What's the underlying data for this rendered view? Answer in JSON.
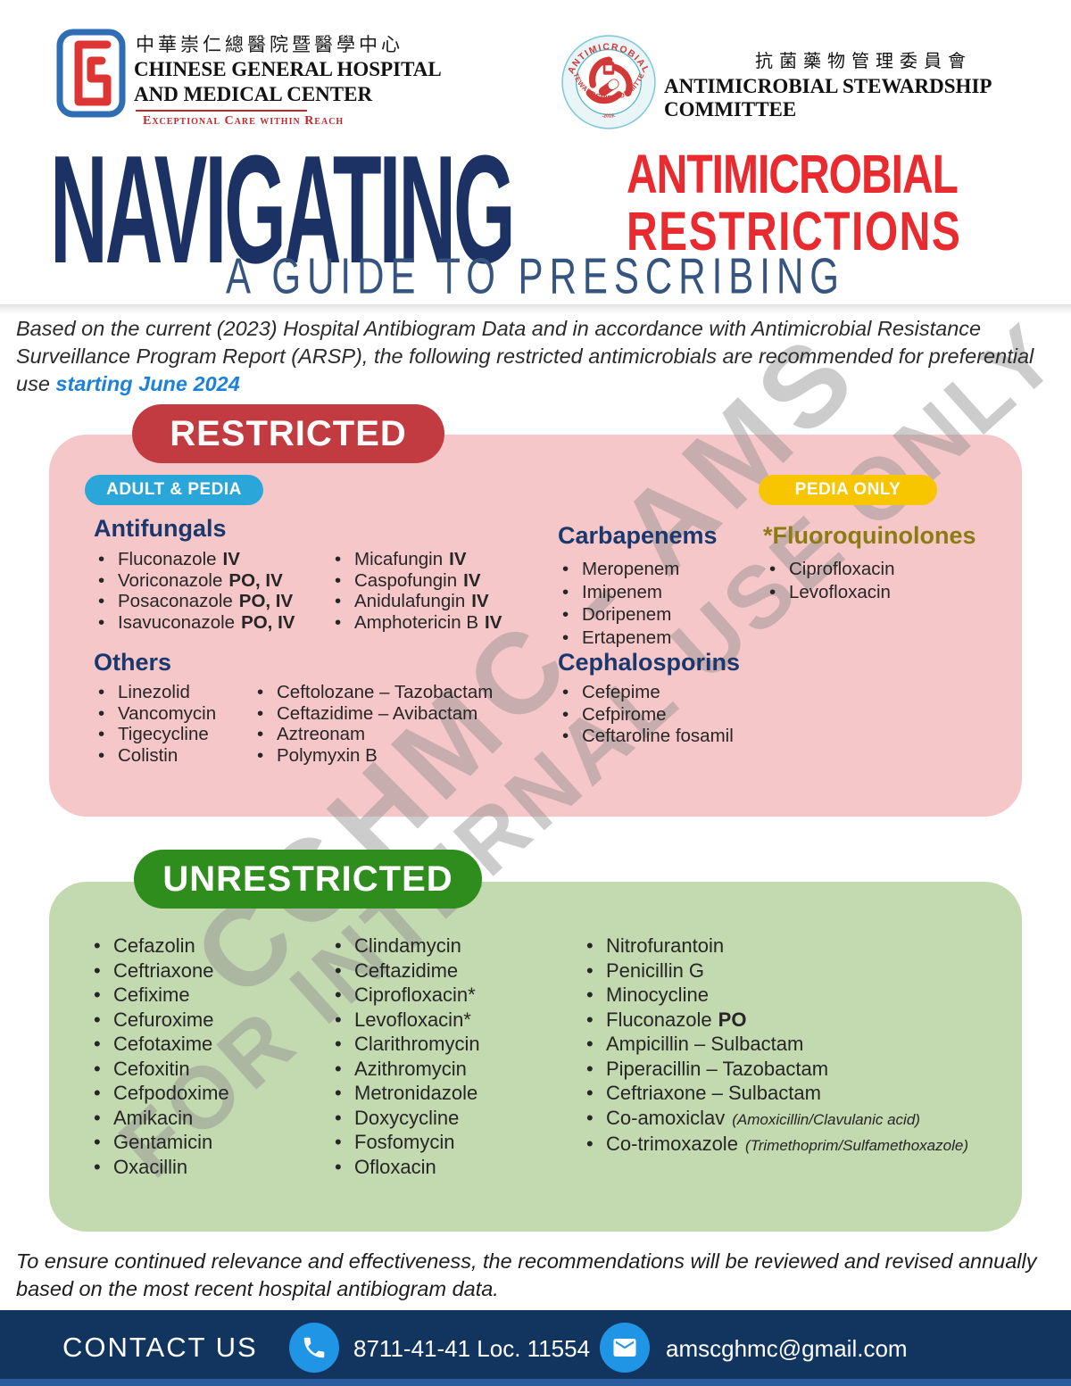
{
  "header": {
    "hospital": {
      "chinese_name": "中華崇仁總醫院暨醫學中心",
      "name_line1": "CHINESE GENERAL HOSPITAL",
      "name_line2": "AND MEDICAL CENTER",
      "tagline": "Exceptional Care within Reach"
    },
    "committee": {
      "seal_top_text": "ANTIMICROBIAL",
      "seal_bottom_text": "STEWARDSHIP COMMITTEE",
      "seal_year": "-2019-",
      "chinese_name": "抗菌藥物管理委員會",
      "name": "ANTIMICROBIAL STEWARDSHIP COMMITTEE"
    }
  },
  "title": {
    "main": "NAVIGATING",
    "accent_line1": "ANTIMICROBIAL",
    "accent_line2": "RESTRICTIONS",
    "subtitle": "A GUIDE TO PRESCRIBING"
  },
  "intro": {
    "text": "Based on the current (2023) Hospital Antibiogram Data and in accordance with Antimicrobial Resistance Surveillance Program Report (ARSP), the following restricted antimicrobials are recommended for preferential use ",
    "highlight": "starting June 2024"
  },
  "restricted": {
    "badge": "RESTRICTED",
    "tag_adult_pedia": "ADULT & PEDIA",
    "tag_pedia_only": "PEDIA ONLY",
    "antifungals": {
      "heading": "Antifungals",
      "col1": [
        {
          "name": "Fluconazole",
          "route": "IV"
        },
        {
          "name": "Voriconazole",
          "route": "PO, IV"
        },
        {
          "name": "Posaconazole",
          "route": "PO, IV"
        },
        {
          "name": "Isavuconazole",
          "route": "PO, IV"
        }
      ],
      "col2": [
        {
          "name": "Micafungin",
          "route": "IV"
        },
        {
          "name": "Caspofungin",
          "route": "IV"
        },
        {
          "name": "Anidulafungin",
          "route": "IV"
        },
        {
          "name": "Amphotericin B",
          "route": "IV"
        }
      ]
    },
    "carbapenems": {
      "heading": "Carbapenems",
      "items": [
        {
          "name": "Meropenem"
        },
        {
          "name": "Imipenem"
        },
        {
          "name": "Doripenem"
        },
        {
          "name": "Ertapenem"
        }
      ]
    },
    "fluoroquinolones": {
      "heading": "*Fluoroquinolones",
      "items": [
        {
          "name": "Ciprofloxacin"
        },
        {
          "name": "Levofloxacin"
        }
      ]
    },
    "others": {
      "heading": "Others",
      "col1": [
        {
          "name": "Linezolid"
        },
        {
          "name": "Vancomycin"
        },
        {
          "name": "Tigecycline"
        },
        {
          "name": "Colistin"
        }
      ],
      "col2": [
        {
          "name": "Ceftolozane – Tazobactam"
        },
        {
          "name": "Ceftazidime – Avibactam"
        },
        {
          "name": "Aztreonam"
        },
        {
          "name": "Polymyxin B"
        }
      ]
    },
    "cephalosporins": {
      "heading": "Cephalosporins",
      "items": [
        {
          "name": "Cefepime"
        },
        {
          "name": "Cefpirome"
        },
        {
          "name": "Ceftaroline fosamil"
        }
      ]
    }
  },
  "unrestricted": {
    "badge": "UNRESTRICTED",
    "col1": [
      {
        "name": "Cefazolin"
      },
      {
        "name": "Ceftriaxone"
      },
      {
        "name": "Cefixime"
      },
      {
        "name": "Cefuroxime"
      },
      {
        "name": "Cefotaxime"
      },
      {
        "name": "Cefoxitin"
      },
      {
        "name": "Cefpodoxime"
      },
      {
        "name": "Amikacin"
      },
      {
        "name": "Gentamicin"
      },
      {
        "name": "Oxacillin"
      }
    ],
    "col2": [
      {
        "name": "Clindamycin"
      },
      {
        "name": "Ceftazidime"
      },
      {
        "name": "Ciprofloxacin*"
      },
      {
        "name": "Levofloxacin*"
      },
      {
        "name": "Clarithromycin"
      },
      {
        "name": "Azithromycin"
      },
      {
        "name": "Metronidazole"
      },
      {
        "name": "Doxycycline"
      },
      {
        "name": "Fosfomycin"
      },
      {
        "name": "Ofloxacin"
      }
    ],
    "col3": [
      {
        "name": "Nitrofurantoin"
      },
      {
        "name": "Penicillin G"
      },
      {
        "name": "Minocycline"
      },
      {
        "name": "Fluconazole",
        "route": "PO"
      },
      {
        "name": "Ampicillin – Sulbactam"
      },
      {
        "name": "Piperacillin – Tazobactam"
      },
      {
        "name": "Ceftriaxone – Sulbactam"
      },
      {
        "name": "Co-amoxiclav",
        "note": "(Amoxicillin/Clavulanic acid)"
      },
      {
        "name": "Co-trimoxazole",
        "note": "(Trimethoprim/Sulfamethoxazole)"
      }
    ]
  },
  "footer_note": "To ensure continued relevance and effectiveness, the recommendations will be reviewed and revised annually based on the most recent hospital antibiogram data.",
  "contact": {
    "label": "CONTACT US",
    "phone": "8711-41-41 Loc. 11554",
    "email": "amscghmc@gmail.com"
  },
  "watermark": {
    "line1": "CGHMC - AMS",
    "line2": "FOR INTERNAL USE ONLY"
  },
  "colors": {
    "title_navy": "#1d3264",
    "title_red": "#e92a2e",
    "restricted_badge_red": "#c23b40",
    "panel_pink": "#f6c7c8",
    "adult_pedia_blue": "#2ba6d8",
    "pedia_only_gold": "#f7c600",
    "fluoro_olive": "#8b7c12",
    "heading_navy": "#1a386d",
    "unrestricted_green": "#2f8d1e",
    "panel_green": "#c3d9b0",
    "intro_highlight_blue": "#1b82d8",
    "contact_bar_navy": "#123560",
    "icon_blue": "#2095e6"
  }
}
